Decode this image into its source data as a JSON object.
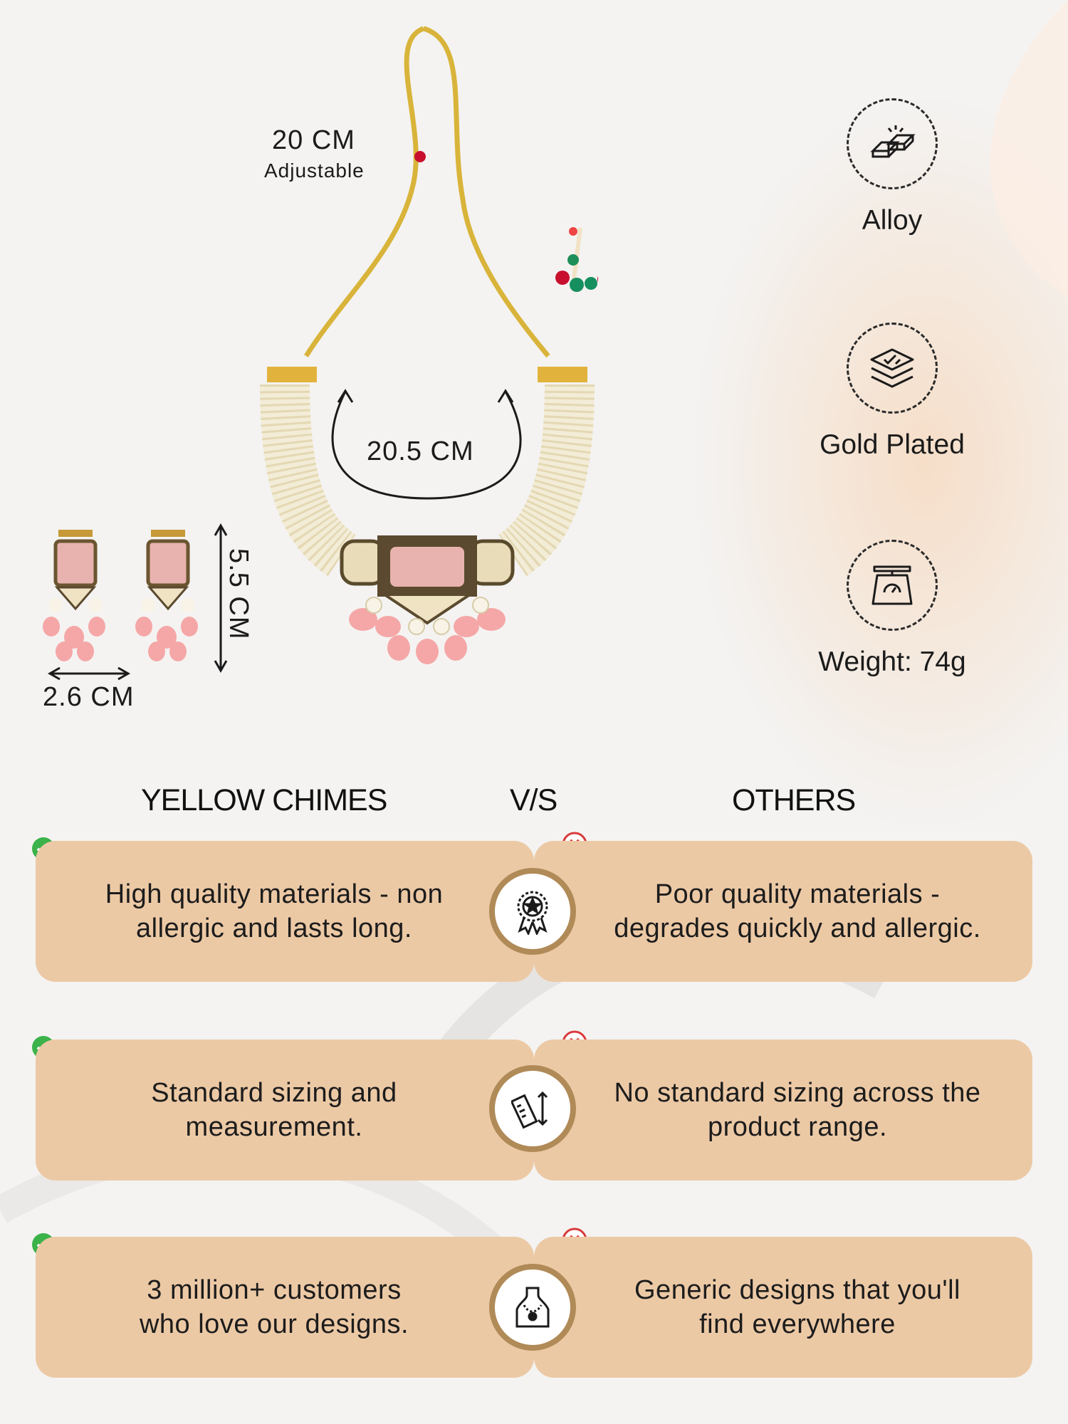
{
  "dimensions": {
    "cord_length": "20 CM",
    "cord_note": "Adjustable",
    "necklace_span": "20.5 CM",
    "earring_height": "5.5 CM",
    "earring_width": "2.6 CM"
  },
  "features": [
    {
      "icon": "gold-bars-icon",
      "label": "Alloy"
    },
    {
      "icon": "layers-icon",
      "label": "Gold Plated"
    },
    {
      "icon": "weighing-scale-icon",
      "label": "Weight: 74g"
    }
  ],
  "comparison": {
    "left_header": "YELLOW CHIMES",
    "vs_label": "V/S",
    "right_header": "OTHERS",
    "rows": [
      {
        "icon": "quality-badge-icon",
        "ours": [
          "High quality materials - non",
          "allergic and lasts long."
        ],
        "others": [
          "Poor quality materials -",
          "degrades quickly and allergic."
        ]
      },
      {
        "icon": "ruler-measure-icon",
        "ours": [
          "Standard sizing and",
          "measurement."
        ],
        "others": [
          "No standard sizing across the",
          "product range."
        ]
      },
      {
        "icon": "jewelry-bust-icon",
        "ours": [
          "3 million+ customers",
          "who love our designs."
        ],
        "others": [
          "Generic designs that you'll",
          "find everywhere"
        ]
      }
    ]
  },
  "colors": {
    "card": "#ecc9a5",
    "badge_ring": "#b08a57",
    "check": "#3bb24a",
    "cross": "#d93a3a"
  }
}
